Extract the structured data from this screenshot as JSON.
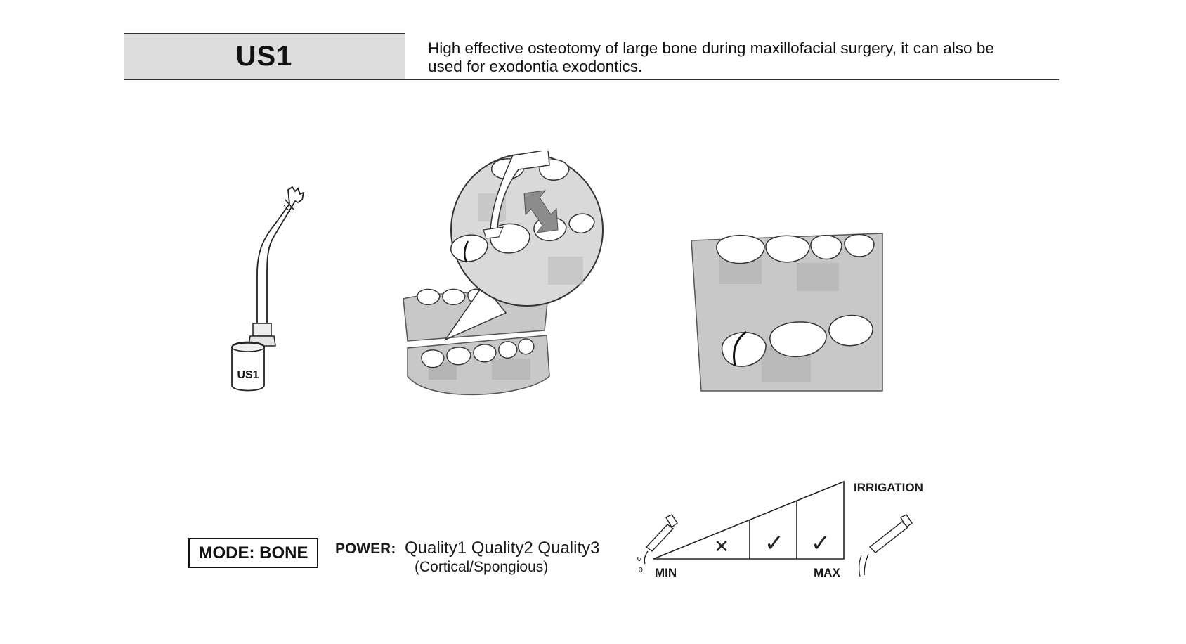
{
  "header": {
    "title": "US1",
    "description": "High effective osteotomy of large bone during maxillofacial surgery, it can also be used for exodontia exodontics."
  },
  "tip_label": "US1",
  "settings": {
    "mode": "MODE: BONE",
    "power_label": "POWER:",
    "power_values": "Quality1 Quality2 Quality3",
    "power_note": "(Cortical/Spongious)"
  },
  "irrigation": {
    "label": "IRRIGATION",
    "min_label": "MIN",
    "max_label": "MAX",
    "levels": [
      {
        "level": 1,
        "state": "not-recommended",
        "mark": "✕"
      },
      {
        "level": 2,
        "state": "recommended",
        "mark": "✓"
      },
      {
        "level": 3,
        "state": "recommended",
        "mark": "✓"
      }
    ]
  },
  "colors": {
    "header_fill": "#dcdcdc",
    "gum_fill": "#c8c8c8",
    "gum_dark": "#a9a9a9",
    "line": "#222222"
  }
}
